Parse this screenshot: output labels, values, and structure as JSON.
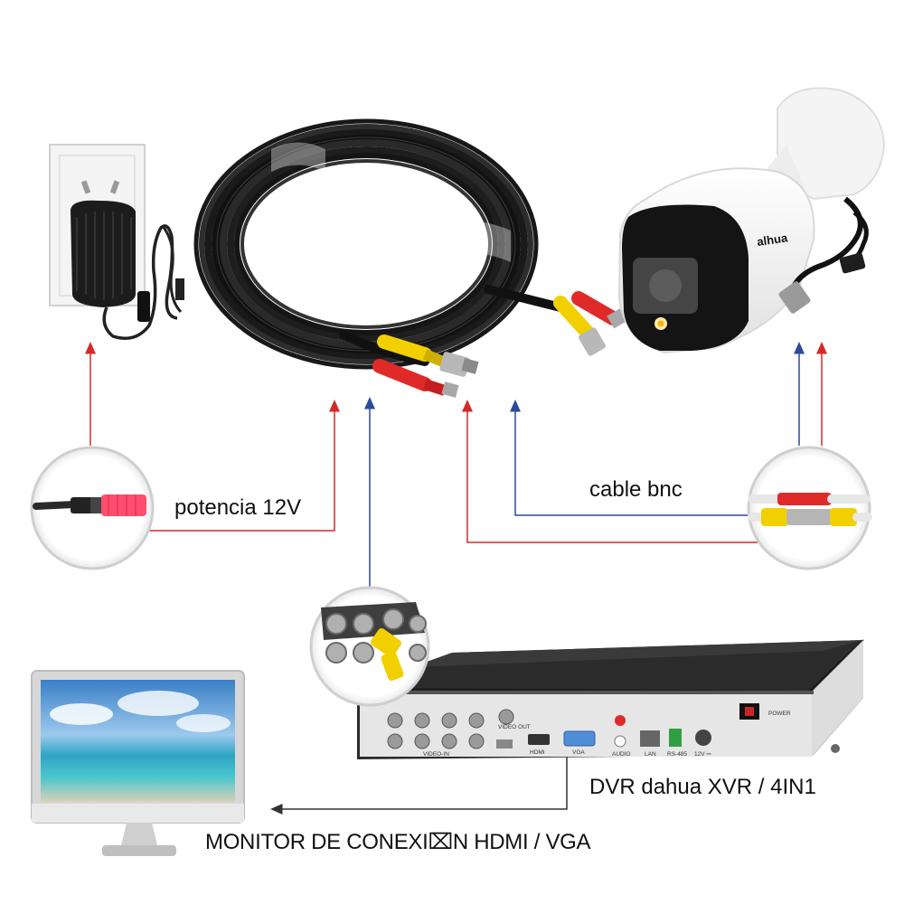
{
  "labels": {
    "power": "potencia 12V",
    "bnc": "cable bnc",
    "dvr": "DVR dahua XVR / 4IN1",
    "monitor": "MONITOR DE CONEXI⌧N HDMI / VGA"
  },
  "device_text": {
    "camera_brand": "alhua",
    "dvr_video_out": "VIDEO OUT",
    "dvr_video_in": "VIDEO-IN",
    "dvr_hdmi": "HDMI",
    "dvr_vga": "VGA",
    "dvr_audio": "AUDIO",
    "dvr_lan": "LAN",
    "dvr_rs485": "RS-485",
    "dvr_power": "POWER",
    "dvr_12v": "12V ⎓"
  },
  "colors": {
    "power_line": "#d42a2a",
    "video_line": "#2b4a9a",
    "cable_black": "#1a1a1a",
    "connector_yellow": "#f2d000",
    "connector_red": "#e02a2a",
    "dvr_body": "#2b2b2b",
    "dvr_panel": "#e6e6e6"
  }
}
